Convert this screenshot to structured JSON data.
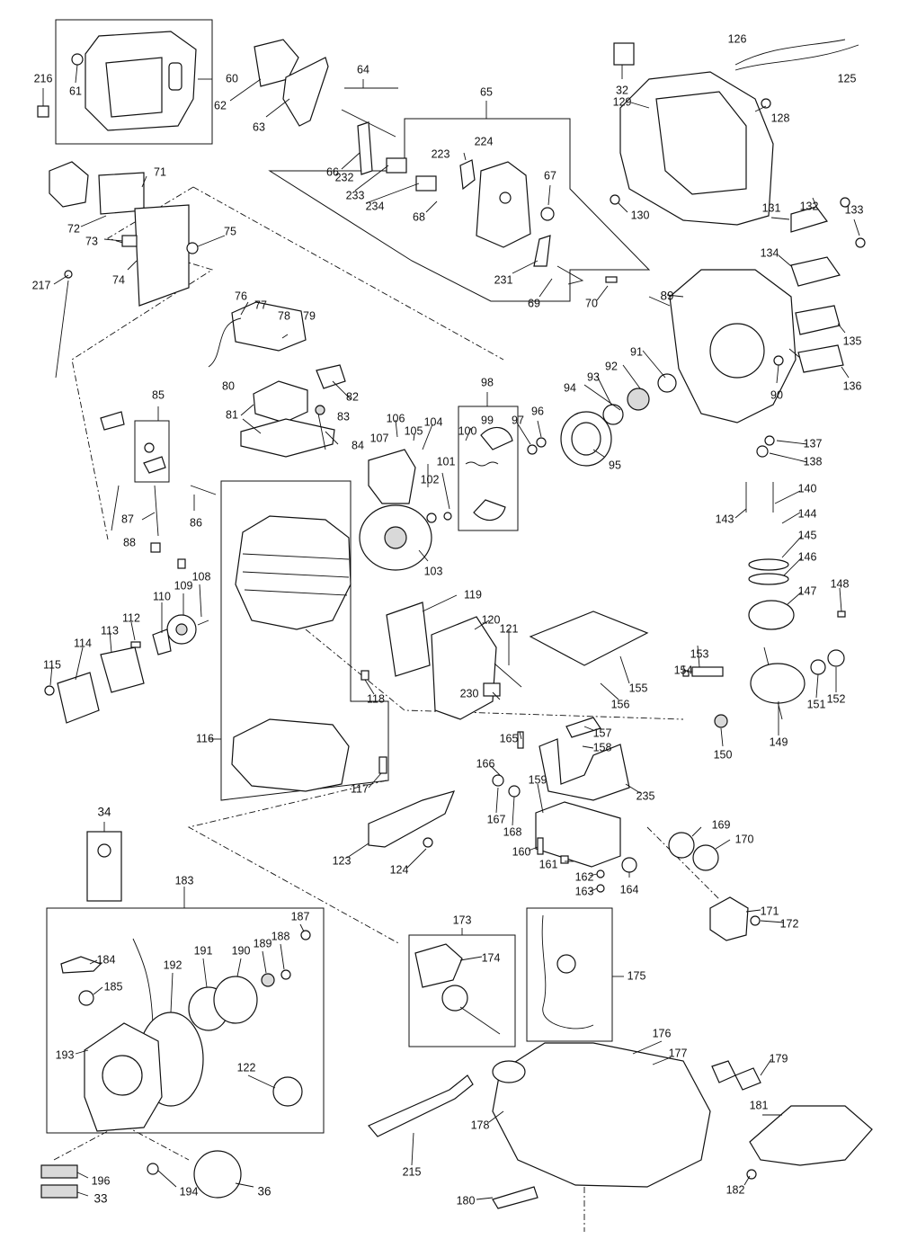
{
  "labels": {
    "p216": "216",
    "p61": "61",
    "p60": "60",
    "p62": "62",
    "p63": "63",
    "p64": "64",
    "p65": "65",
    "p32": "32",
    "p126": "126",
    "p125": "125",
    "p129": "129",
    "p128": "128",
    "p71": "71",
    "p72": "72",
    "p73": "73",
    "p74": "74",
    "p75": "75",
    "p217": "217",
    "p66": "66",
    "p232": "232",
    "p233": "233",
    "p234": "234",
    "p68": "68",
    "p223": "223",
    "p224": "224",
    "p67": "67",
    "p231": "231",
    "p69": "69",
    "p70": "70",
    "p130": "130",
    "p131": "131",
    "p132": "132",
    "p133": "133",
    "p134": "134",
    "p135": "135",
    "p136": "136",
    "p89": "89",
    "p90": "90",
    "p91": "91",
    "p92": "92",
    "p93": "93",
    "p94": "94",
    "p95": "95",
    "p76": "76",
    "p77": "77",
    "p78": "78",
    "p79": "79",
    "p80": "80",
    "p81": "81",
    "p82": "82",
    "p83": "83",
    "p84": "84",
    "p85": "85",
    "p86": "86",
    "p87": "87",
    "p88": "88",
    "p98": "98",
    "p99": "99",
    "p100": "100",
    "p101": "101",
    "p102": "102",
    "p103": "103",
    "p104": "104",
    "p105": "105",
    "p106": "106",
    "p107": "107",
    "p96": "96",
    "p97": "97",
    "p137": "137",
    "p138": "138",
    "p140": "140",
    "p143": "143",
    "p144": "144",
    "p145": "145",
    "p146": "146",
    "p147": "147",
    "p148": "148",
    "p108": "108",
    "p109": "109",
    "p110": "110",
    "p112": "112",
    "p113": "113",
    "p114": "114",
    "p115": "115",
    "p116": "116",
    "p117": "117",
    "p118": "118",
    "p119": "119",
    "p120": "120",
    "p121": "121",
    "p155": "155",
    "p156": "156",
    "p157": "157",
    "p158": "158",
    "p230": "230",
    "p235": "235",
    "p153": "153",
    "p154": "154",
    "p149": "149",
    "p150": "150",
    "p151": "151",
    "p152": "152",
    "p165": "165",
    "p166": "166",
    "p167": "167",
    "p168": "168",
    "p159": "159",
    "p160": "160",
    "p161": "161",
    "p162": "162",
    "p163": "163",
    "p164": "164",
    "p169": "169",
    "p170": "170",
    "p171": "171",
    "p172": "172",
    "p123": "123",
    "p124": "124",
    "p34": "34",
    "p183": "183",
    "p184": "184",
    "p185": "185",
    "p192": "192",
    "p191": "191",
    "p190": "190",
    "p189": "189",
    "p188": "188",
    "p187": "187",
    "p193": "193",
    "p122": "122",
    "p173": "173",
    "p174": "174",
    "p175": "175",
    "p176": "176",
    "p177": "177",
    "p178": "178",
    "p179": "179",
    "p181": "181",
    "p182": "182",
    "p180": "180",
    "p215": "215",
    "p196": "196",
    "p33": "33",
    "p194": "194",
    "p36": "36"
  }
}
